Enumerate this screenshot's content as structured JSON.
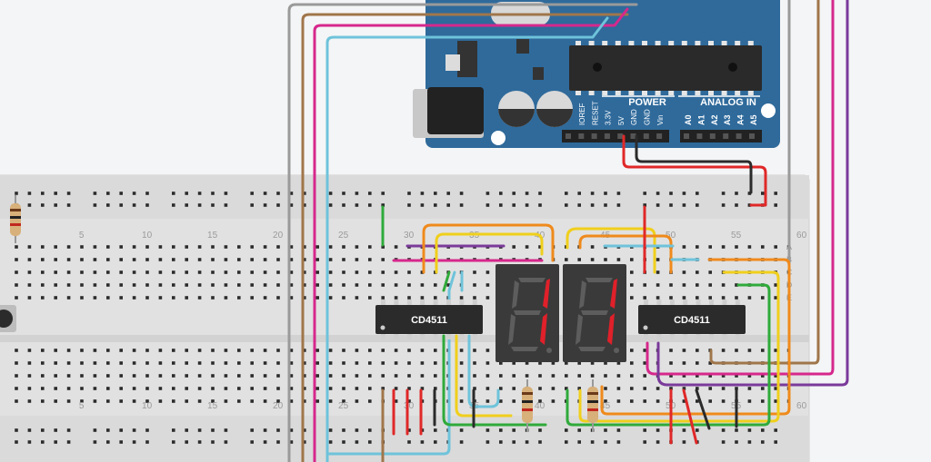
{
  "arduino": {
    "power_header": "POWER",
    "analog_header": "ANALOG IN",
    "power_pins": [
      "IOREF",
      "RESET",
      "3.3V",
      "5V",
      "GND",
      "GND",
      "Vin"
    ],
    "analog_pins": [
      "A0",
      "A1",
      "A2",
      "A3",
      "A4",
      "A5"
    ]
  },
  "breadboard": {
    "column_numbers": [
      "5",
      "10",
      "15",
      "20",
      "25",
      "30",
      "35",
      "40",
      "45",
      "50",
      "55",
      "60"
    ],
    "row_letters": [
      "A",
      "B",
      "C",
      "D",
      "E"
    ]
  },
  "chips": {
    "left_label": "CD4511",
    "right_label": "CD4511"
  },
  "displays": {
    "left_digit": "1",
    "right_digit": "1",
    "segment_on_color": "#e0202a",
    "segment_off_color": "#5d5d5d"
  },
  "colors": {
    "arduino_board": "#2f6a9b",
    "breadboard": "#e3e3e3",
    "chip_body": "#2b2b2b",
    "display_body": "#3a3a3a"
  }
}
